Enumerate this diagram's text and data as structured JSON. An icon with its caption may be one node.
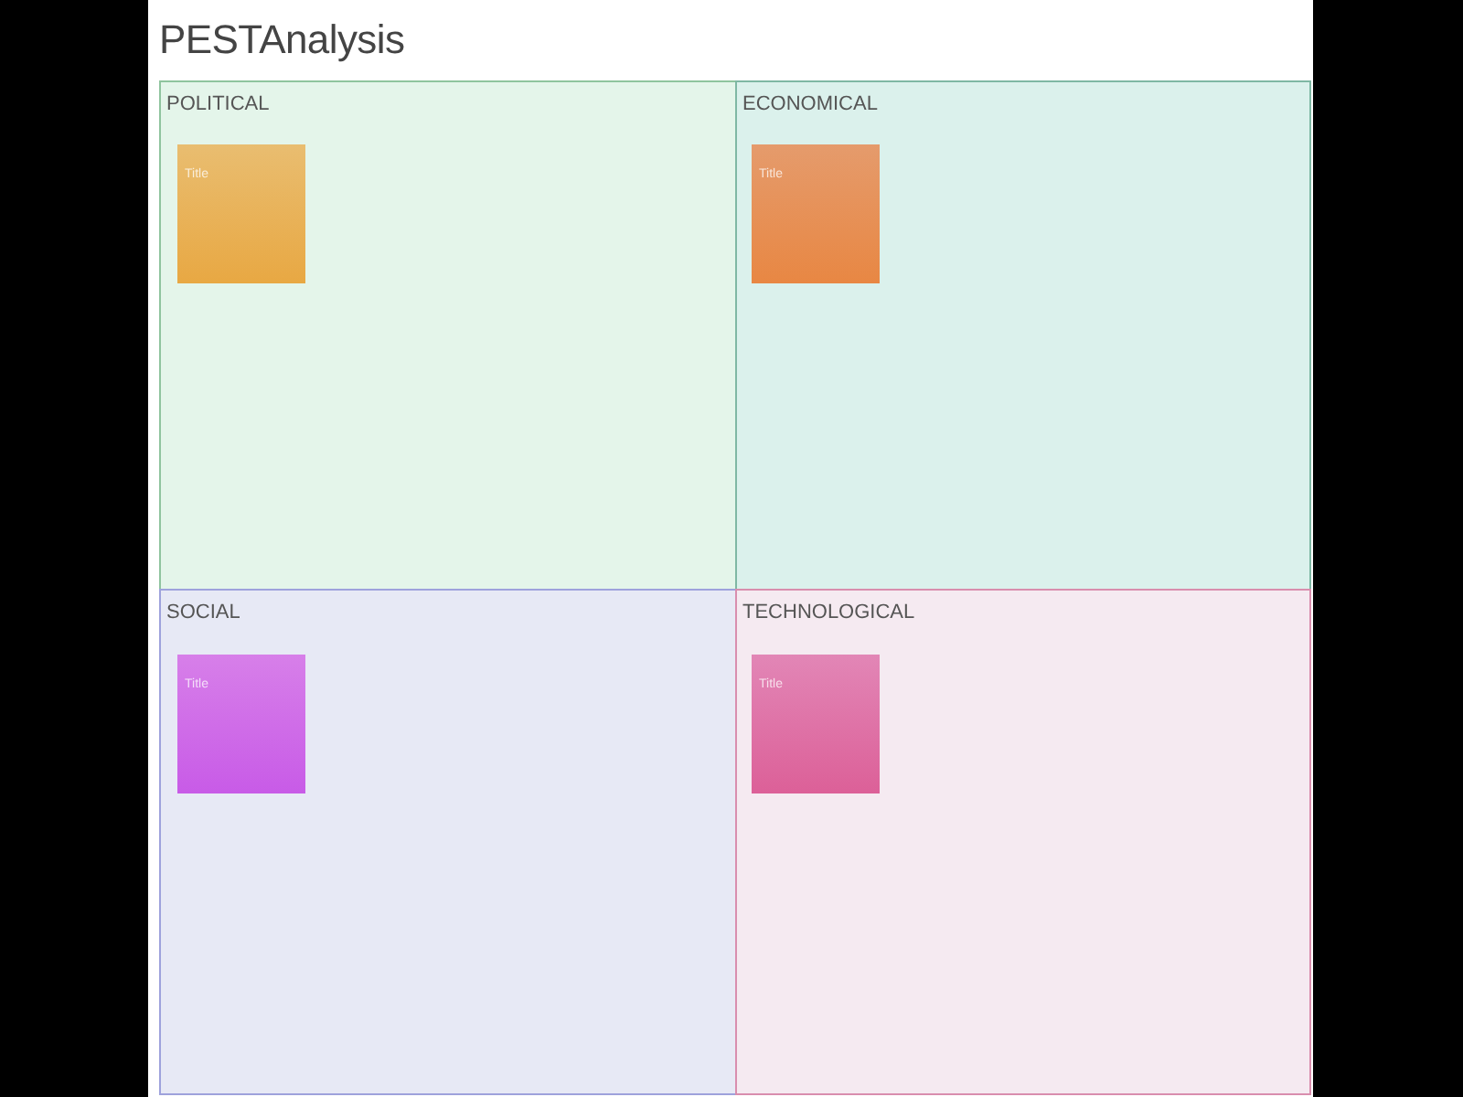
{
  "diagram": {
    "title": "PESTAnalysis",
    "nodes": [
      {
        "text": [
          "POLITICAL"
        ]
      },
      {
        "text": [
          "Title"
        ],
        "in": 0
      },
      {
        "text": [
          "ECONOMICAL"
        ]
      },
      {
        "text": [
          "Title"
        ],
        "in": 2
      },
      {
        "text": [
          "SOCIAL"
        ]
      },
      {
        "text": [
          "Title"
        ],
        "in": 4
      },
      {
        "text": [
          "TECHNOLOGICAL"
        ]
      },
      {
        "text": [
          "Title"
        ],
        "in": 6
      }
    ]
  }
}
